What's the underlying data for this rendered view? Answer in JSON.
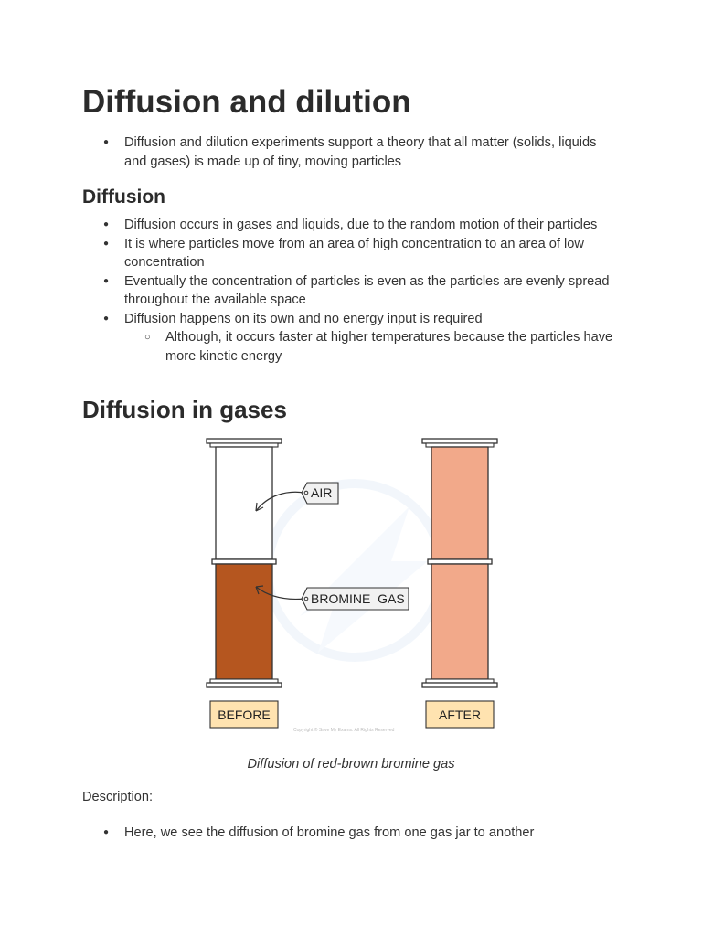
{
  "title": "Diffusion and dilution",
  "intro_bullets": [
    "Diffusion and dilution experiments support a theory that all matter (solids, liquids and gases) is made up of tiny, moving particles"
  ],
  "diffusion_heading": "Diffusion",
  "diffusion_bullets": [
    "Diffusion occurs in gases and liquids, due to the random motion of their particles",
    "It is where particles move from an area of high concentration to an area of low concentration",
    "Eventually the concentration of particles is even as the particles are evenly spread throughout the available space",
    "Diffusion happens on its own and no energy input is required"
  ],
  "diffusion_sub_bullets": [
    "Although, it occurs faster at higher temperatures because the particles have more kinetic energy"
  ],
  "gases_heading": "Diffusion in gases",
  "figure": {
    "label_air": "AIR",
    "label_bromine": "BROMINE  GAS",
    "label_before": "BEFORE",
    "label_after": "AFTER",
    "copyright": "Copyright © Save My Exams. All Rights Reserved",
    "colors": {
      "bromine": "#b5561f",
      "diffused": "#f2a98a",
      "tag_fill": "#ffe3b0"
    }
  },
  "caption": "Diffusion of red-brown bromine gas",
  "description_label": "Description:",
  "description_bullets": [
    "Here, we see the diffusion of bromine gas from one gas jar to another"
  ]
}
